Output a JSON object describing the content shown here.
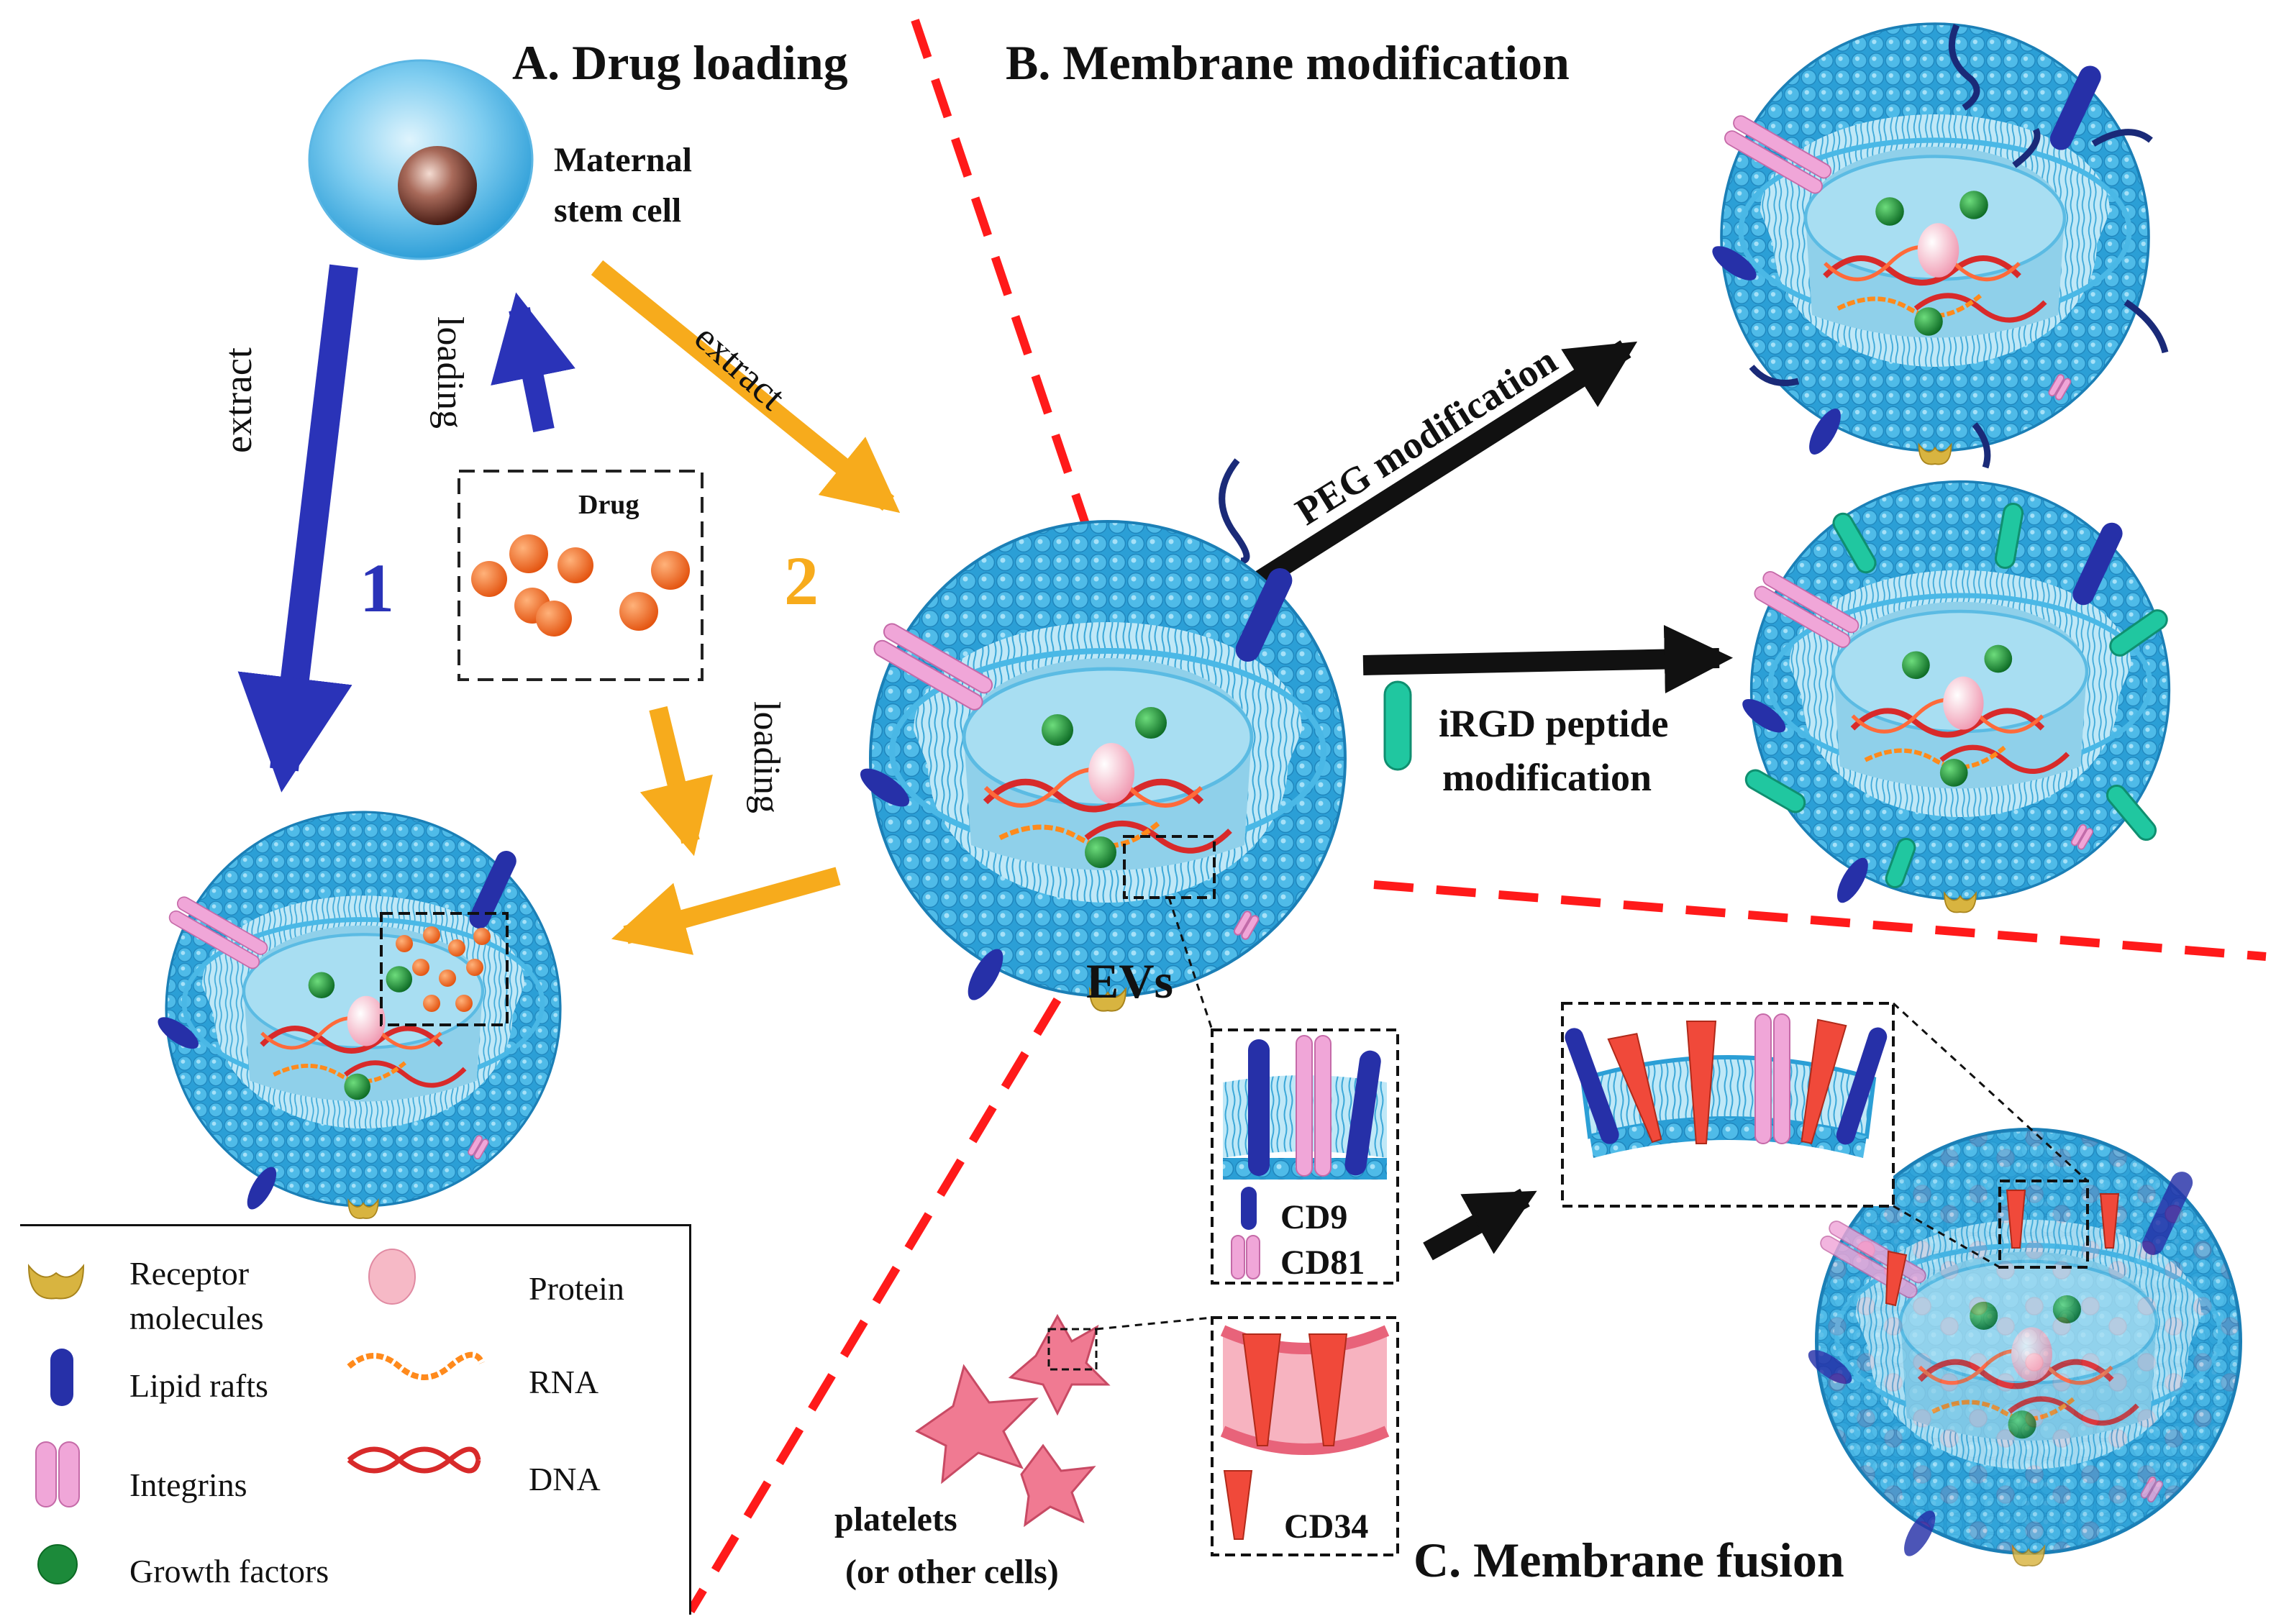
{
  "sections": {
    "a": "A. Drug loading",
    "b": "B. Membrane modification",
    "c": "C. Membrane fusion"
  },
  "labels": {
    "maternal_line1": "Maternal",
    "maternal_line2": "stem cell",
    "drug": "Drug",
    "route1": "1",
    "route2": "2",
    "extract_left": "extract",
    "extract_right": "extract",
    "loading_top": "loading",
    "loading_bottom": "loading",
    "peg": "PEG modification",
    "irgd_line1": "iRGD peptide",
    "irgd_line2": "modification",
    "evs": "EVs",
    "cd9": "CD9",
    "cd81": "CD81",
    "cd34": "CD34",
    "platelets_line1": "platelets",
    "platelets_line2": "(or other cells)"
  },
  "legend": [
    {
      "label": "Receptor\nmolecules"
    },
    {
      "label": "Protein"
    },
    {
      "label": "Lipid rafts"
    },
    {
      "label": "RNA"
    },
    {
      "label": "Integrins"
    },
    {
      "label": "DNA"
    },
    {
      "label": "Growth factors"
    }
  ],
  "colors": {
    "membrane": "#2fa6dc",
    "membrane_light": "#7fd0f2",
    "interior": "#9fd9ee",
    "lipid_raft": "#2630a8",
    "integrin": "#f0a6d8",
    "growth_factor": "#1c8a3a",
    "protein": "#f6b9c6",
    "rna": "#ff8a1c",
    "dna": "#d82a2a",
    "receptor": "#d8b440",
    "drug": "#f06a1c",
    "arrow_blue": "#2a33b8",
    "arrow_orange": "#f7ab1c",
    "arrow_black": "#111111",
    "divider": "#ff1a1a",
    "peg": "#1a2a78",
    "irgd": "#20c7a0",
    "cd34": "#f0493a",
    "platelet": "#f07a92"
  }
}
